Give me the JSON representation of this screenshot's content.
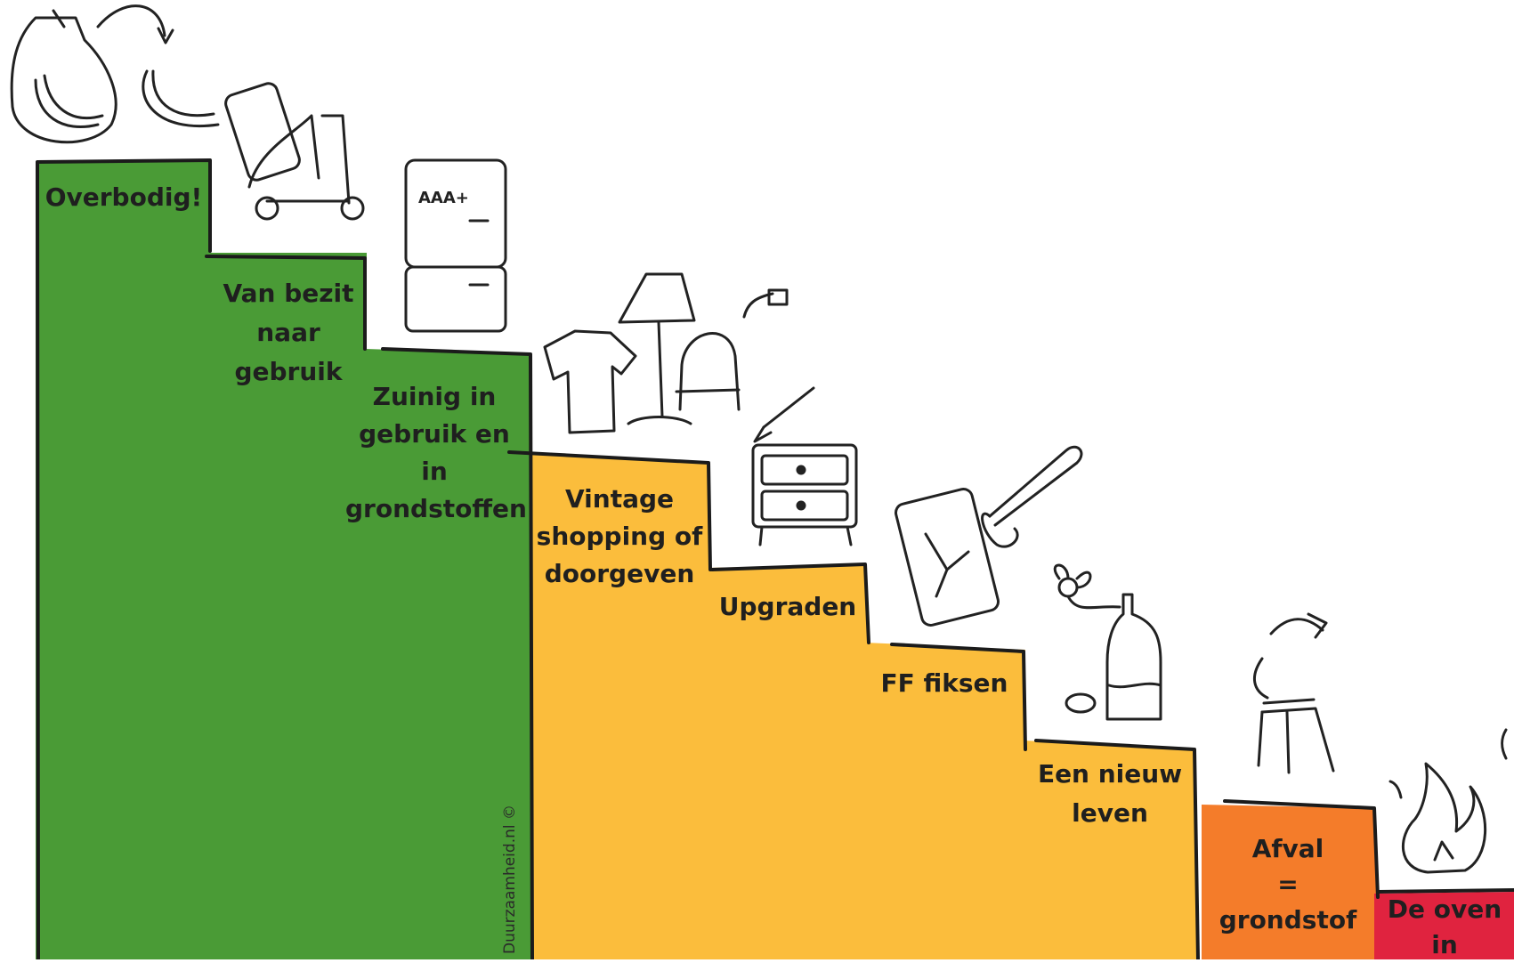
{
  "colors": {
    "green": "#4a9b36",
    "yellow": "#fbbd3c",
    "orange": "#f47c2a",
    "red": "#e0233f",
    "outline": "#1b1b1b"
  },
  "steps": [
    {
      "label": "Overbodig!",
      "color": "green",
      "icon": "banana-bag-icon"
    },
    {
      "label": "Van bezit\nnaar\ngebruik",
      "color": "green",
      "icon": "phone-scooter-icon"
    },
    {
      "label": "Zuinig in\ngebruik en in\ngrondstoffen",
      "color": "green",
      "icon": "fridge-aaa-icon"
    },
    {
      "label": "Vintage\nshopping of\ndoorgeven",
      "color": "yellow",
      "icon": "shirt-lamp-chair-icon"
    },
    {
      "label": "Upgraden",
      "color": "yellow",
      "icon": "paint-drawer-icon"
    },
    {
      "label": "FF fiksen",
      "color": "yellow",
      "icon": "broken-phone-wrench-icon"
    },
    {
      "label": "Een nieuw\nleven",
      "color": "yellow",
      "icon": "bottle-flower-vase-icon"
    },
    {
      "label": "Afval\n=\ngrondstof",
      "color": "orange",
      "icon": "recycle-jeans-icon"
    },
    {
      "label": "De oven\nin",
      "color": "red",
      "icon": "fire-icon"
    }
  ],
  "credit": "Duurzaamheid.nl ©",
  "fridge_label": "AAA+"
}
